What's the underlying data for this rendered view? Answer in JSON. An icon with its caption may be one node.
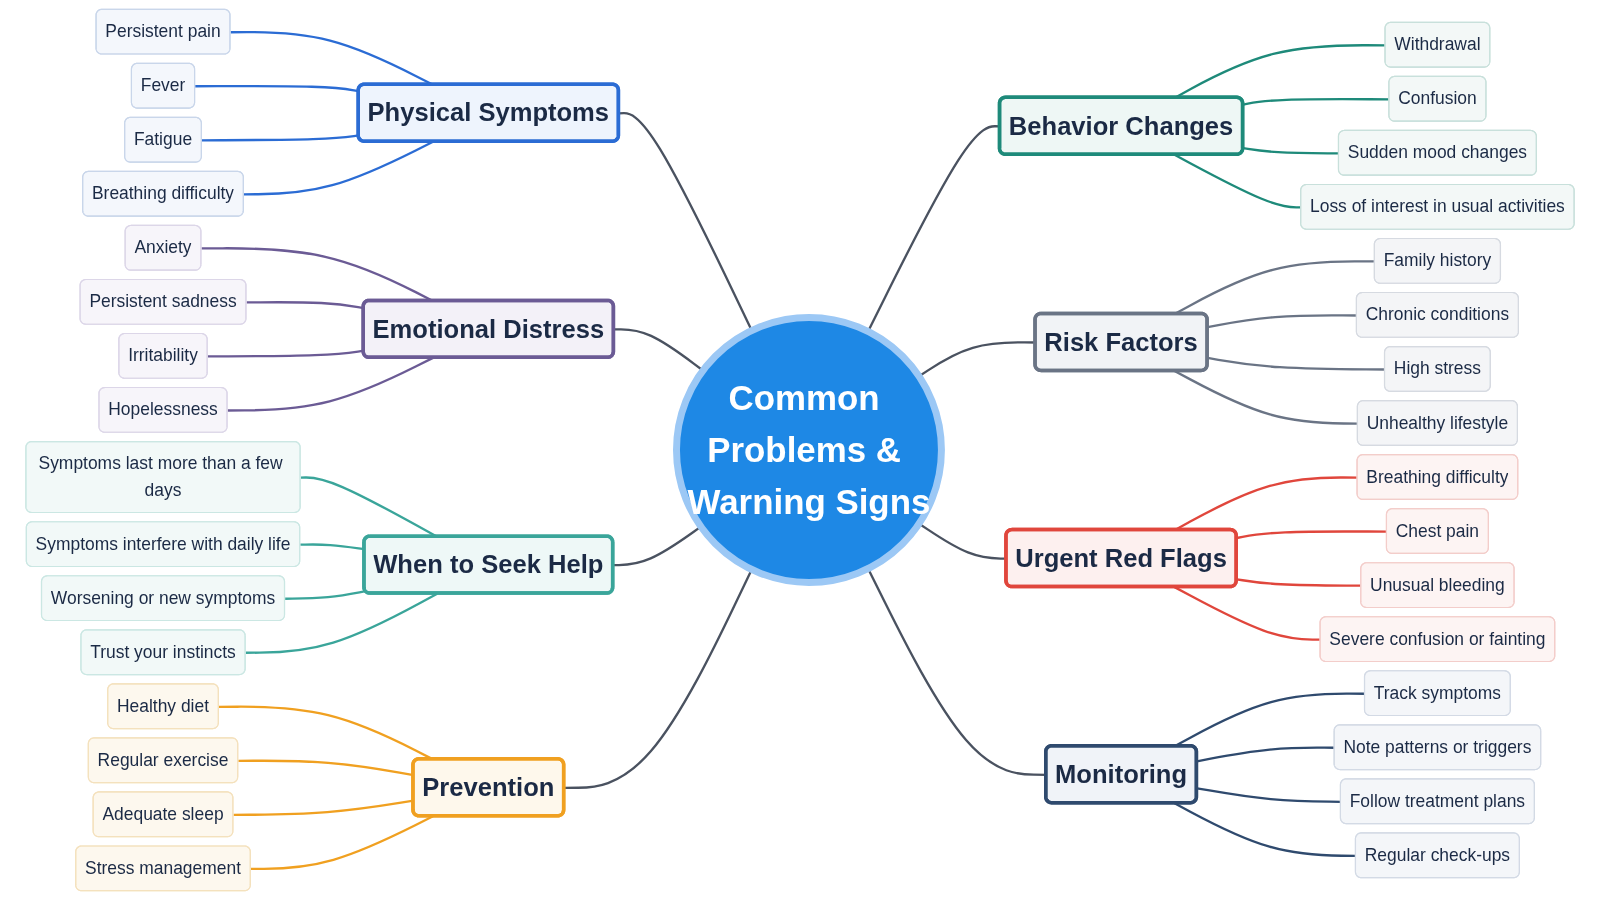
{
  "diagram": {
    "nodes": [
      {
        "text": [
          "Common Problems & Warning Signs"
        ]
      },
      {
        "text": [
          "Physical Symptoms"
        ]
      },
      {
        "text": [
          "Persistent pain"
        ]
      },
      {
        "text": [
          "Fever"
        ]
      },
      {
        "text": [
          "Fatigue"
        ]
      },
      {
        "text": [
          "Breathing difficulty"
        ]
      },
      {
        "text": [
          "Behavior Changes"
        ]
      },
      {
        "text": [
          "Withdrawal"
        ]
      },
      {
        "text": [
          "Confusion"
        ]
      },
      {
        "text": [
          "Sudden mood changes"
        ]
      },
      {
        "text": [
          "Loss of interest in usual activities"
        ]
      },
      {
        "text": [
          "Emotional Distress"
        ]
      },
      {
        "text": [
          "Anxiety"
        ]
      },
      {
        "text": [
          "Persistent sadness"
        ]
      },
      {
        "text": [
          "Irritability"
        ]
      },
      {
        "text": [
          "Hopelessness"
        ]
      },
      {
        "text": [
          "Risk Factors"
        ]
      },
      {
        "text": [
          "Family history"
        ]
      },
      {
        "text": [
          "Chronic conditions"
        ]
      },
      {
        "text": [
          "High stress"
        ]
      },
      {
        "text": [
          "Unhealthy lifestyle"
        ]
      },
      {
        "text": [
          "When to Seek Help"
        ]
      },
      {
        "text": [
          "Symptoms last more than a few days"
        ]
      },
      {
        "text": [
          "Symptoms interfere with daily life"
        ]
      },
      {
        "text": [
          "Worsening or new symptoms"
        ]
      },
      {
        "text": [
          "Trust your instincts"
        ]
      },
      {
        "text": [
          "Urgent Red Flags"
        ]
      },
      {
        "text": [
          "Breathing difficulty"
        ]
      },
      {
        "text": [
          "Chest pain"
        ]
      },
      {
        "text": [
          "Unusual bleeding"
        ]
      },
      {
        "text": [
          "Severe confusion or fainting"
        ]
      },
      {
        "text": [
          "Prevention"
        ]
      },
      {
        "text": [
          "Healthy diet"
        ]
      },
      {
        "text": [
          "Regular exercise"
        ]
      },
      {
        "text": [
          "Adequate sleep"
        ]
      },
      {
        "text": [
          "Stress management"
        ]
      },
      {
        "text": [
          "Monitoring"
        ]
      },
      {
        "text": [
          "Track symptoms"
        ]
      },
      {
        "text": [
          "Note patterns or triggers"
        ]
      },
      {
        "text": [
          "Follow treatment plans"
        ]
      },
      {
        "text": [
          "Regular check-ups"
        ]
      }
    ],
    "edges": [
      {
        "from": 0,
        "to": 1,
        "arrow": "none"
      },
      {
        "from": 1,
        "to": 2,
        "arrow": "none",
        "color": "#2b6cd4"
      },
      {
        "from": 1,
        "to": 3,
        "arrow": "none",
        "color": "#2b6cd4"
      },
      {
        "from": 1,
        "to": 4,
        "arrow": "none",
        "color": "#2b6cd4"
      },
      {
        "from": 1,
        "to": 5,
        "arrow": "none",
        "color": "#2b6cd4"
      },
      {
        "from": 0,
        "to": 6,
        "arrow": "none"
      },
      {
        "from": 6,
        "to": 7,
        "arrow": "none",
        "color": "#1e8a7a"
      },
      {
        "from": 6,
        "to": 8,
        "arrow": "none",
        "color": "#1e8a7a"
      },
      {
        "from": 6,
        "to": 9,
        "arrow": "none",
        "color": "#1e8a7a"
      },
      {
        "from": 6,
        "to": 10,
        "arrow": "none",
        "color": "#1e8a7a"
      },
      {
        "from": 0,
        "to": 11,
        "arrow": "none"
      },
      {
        "from": 11,
        "to": 12,
        "arrow": "none",
        "color": "#6b5b95"
      },
      {
        "from": 11,
        "to": 13,
        "arrow": "none",
        "color": "#6b5b95"
      },
      {
        "from": 11,
        "to": 14,
        "arrow": "none",
        "color": "#6b5b95"
      },
      {
        "from": 11,
        "to": 15,
        "arrow": "none",
        "color": "#6b5b95"
      },
      {
        "from": 0,
        "to": 16,
        "arrow": "none"
      },
      {
        "from": 16,
        "to": 17,
        "arrow": "none",
        "color": "#6a7485"
      },
      {
        "from": 16,
        "to": 18,
        "arrow": "none",
        "color": "#6a7485"
      },
      {
        "from": 16,
        "to": 19,
        "arrow": "none",
        "color": "#6a7485"
      },
      {
        "from": 16,
        "to": 20,
        "arrow": "none",
        "color": "#6a7485"
      },
      {
        "from": 0,
        "to": 21,
        "arrow": "none"
      },
      {
        "from": 21,
        "to": 22,
        "arrow": "none",
        "color": "#3aa59a"
      },
      {
        "from": 21,
        "to": 23,
        "arrow": "none",
        "color": "#3aa59a"
      },
      {
        "from": 21,
        "to": 24,
        "arrow": "none",
        "color": "#3aa59a"
      },
      {
        "from": 21,
        "to": 25,
        "arrow": "none",
        "color": "#3aa59a"
      },
      {
        "from": 0,
        "to": 26,
        "arrow": "none"
      },
      {
        "from": 26,
        "to": 27,
        "arrow": "none",
        "color": "#e0463c"
      },
      {
        "from": 26,
        "to": 28,
        "arrow": "none",
        "color": "#e0463c"
      },
      {
        "from": 26,
        "to": 29,
        "arrow": "none",
        "color": "#e0463c"
      },
      {
        "from": 26,
        "to": 30,
        "arrow": "none",
        "color": "#e0463c"
      },
      {
        "from": 0,
        "to": 31,
        "arrow": "none"
      },
      {
        "from": 31,
        "to": 32,
        "arrow": "none",
        "color": "#f0a020"
      },
      {
        "from": 31,
        "to": 33,
        "arrow": "none",
        "color": "#f0a020"
      },
      {
        "from": 31,
        "to": 34,
        "arrow": "none",
        "color": "#f0a020"
      },
      {
        "from": 31,
        "to": 35,
        "arrow": "none",
        "color": "#f0a020"
      },
      {
        "from": 0,
        "to": 36,
        "arrow": "none"
      },
      {
        "from": 36,
        "to": 37,
        "arrow": "none",
        "color": "#2f4a6e"
      },
      {
        "from": 36,
        "to": 38,
        "arrow": "none",
        "color": "#2f4a6e"
      },
      {
        "from": 36,
        "to": 39,
        "arrow": "none",
        "color": "#2f4a6e"
      },
      {
        "from": 36,
        "to": 40,
        "arrow": "none",
        "color": "#2f4a6e"
      }
    ]
  }
}
